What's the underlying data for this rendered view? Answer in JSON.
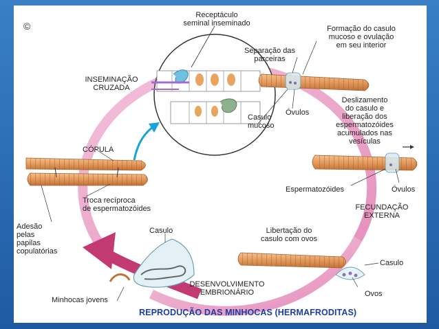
{
  "copyright_symbol": "©",
  "labels": {
    "receptaculo": "Receptáculo\nseminal inseminado",
    "formacao": "Formação do casulo\nmucoso e ovulação\nem seu interior",
    "separacao": "Separação das\nparceiras",
    "inseminacao": "INSEMINAÇÃO\nCRUZADA",
    "casulo_mucoso": "Casulo\nmucoso",
    "ovulos_top": "Óvulos",
    "deslizamento": "Deslizamento\ndo casulo e\nliberação dos\nespermatozóides\nacumulados nas\nvesículas",
    "copula": "CÓPULA",
    "espermatozoides": "Espermatozóides",
    "ovulos_right": "Óvulos",
    "troca": "Troca recíproca\nde espermatozóides",
    "fecundacao": "FECUNDAÇÃO\nEXTERNA",
    "adesao": "Adesão\npelas\npapilas\ncopulatórias",
    "casulo_left": "Casulo",
    "libertacao": "Libertação do\ncasulo com ovos",
    "casulo_right": "Casulo",
    "desenvolvimento": "DESENVOLVIMENTO\nEMBRIONÁRIO",
    "minhocas": "Minhocas jovens",
    "ovos": "Ovos"
  },
  "caption": "REPRODUÇÃO DAS MINHOCAS (HERMAFRODITAS)",
  "colors": {
    "cycle_ring": "#e99bc4",
    "arrow": "#c33a72",
    "worm": "#e5a066",
    "worm_dark": "#b86a33",
    "background": "#2a6bb4"
  }
}
